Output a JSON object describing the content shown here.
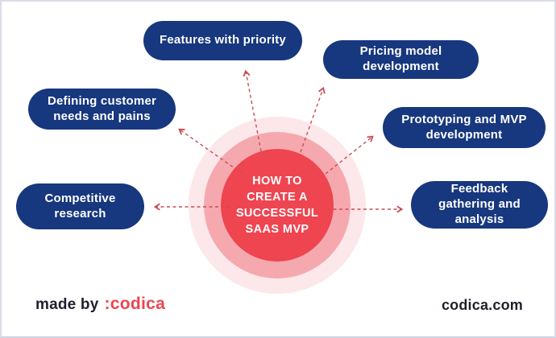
{
  "diagram": {
    "center": {
      "lines": [
        "HOW TO",
        "CREATE A",
        "SUCCESSFUL",
        "SAAS MVP"
      ]
    },
    "steps": [
      {
        "id": "features-with-priority",
        "label": "Features with priority"
      },
      {
        "id": "pricing-model-development",
        "label": "Pricing model development"
      },
      {
        "id": "defining-customer-needs",
        "label": "Defining customer needs and pains"
      },
      {
        "id": "prototyping-mvp-development",
        "label": "Prototyping and MVP development"
      },
      {
        "id": "competitive-research",
        "label": "Competitive research"
      },
      {
        "id": "feedback-gathering-analysis",
        "label": "Feedback gathering and analysis"
      }
    ]
  },
  "footer": {
    "made_by_label": "made by",
    "brand_logo_text": ":codica",
    "website": "codica.com"
  },
  "colors": {
    "pill_navy": "#17377e",
    "center_red": "#ee4551",
    "ring_mid_pink": "#f5a9ae",
    "ring_outer_pink": "#fce8ea",
    "arrow_red": "#cc4b54",
    "text_dark": "#1f1f2e"
  }
}
